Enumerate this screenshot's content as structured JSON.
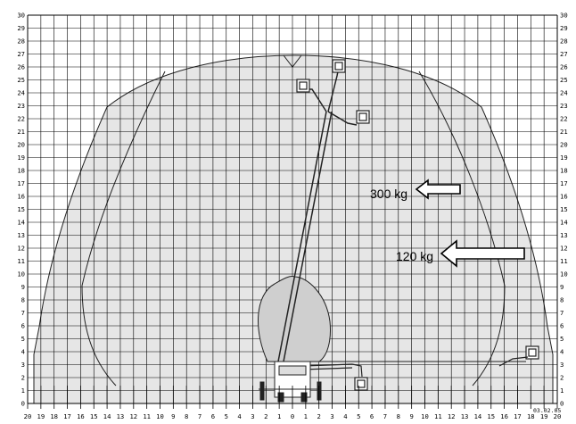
{
  "diagram": {
    "type": "working-range-chart",
    "y_axis": {
      "min": 0,
      "max": 30,
      "step": 1
    },
    "x_axis": {
      "labels": [
        "20",
        "19",
        "18",
        "17",
        "16",
        "15",
        "14",
        "13",
        "12",
        "11",
        "10",
        "9",
        "8",
        "7",
        "6",
        "5",
        "4",
        "3",
        "2",
        "1",
        "0",
        "1",
        "2",
        "3",
        "4",
        "5",
        "6",
        "7",
        "8",
        "9",
        "10",
        "11",
        "12",
        "13",
        "14",
        "15",
        "16",
        "17",
        "18",
        "19",
        "20"
      ]
    },
    "load_zones": [
      {
        "label": "300 kg",
        "arrow_direction": "left"
      },
      {
        "label": "120 kg",
        "arrow_direction": "left"
      }
    ],
    "date_stamp": "03.02.05",
    "colors": {
      "grid": "#000000",
      "zone_fill": "#e6e6e6",
      "background": "#ffffff",
      "lines": "#222222"
    }
  }
}
